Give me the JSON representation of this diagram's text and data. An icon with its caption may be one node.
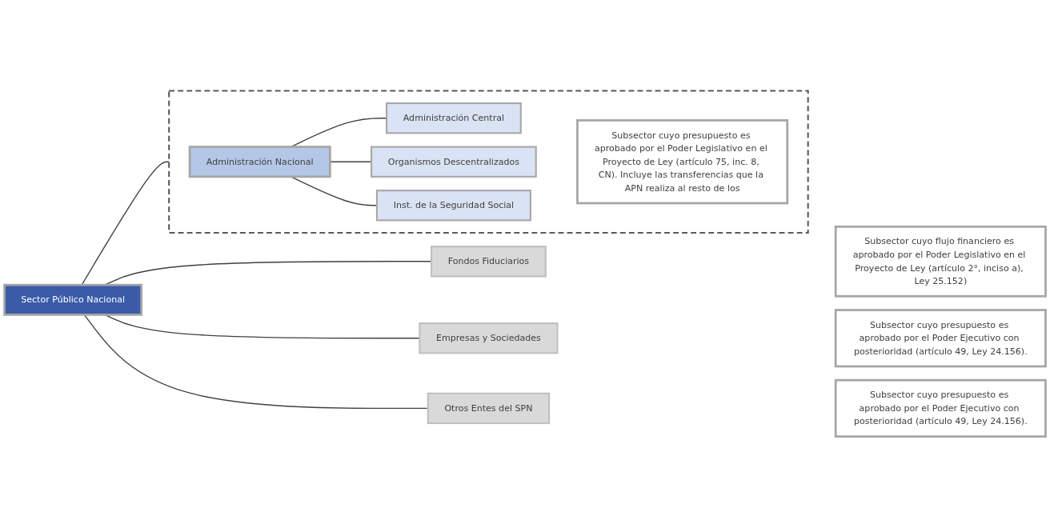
{
  "diagram": {
    "nodes": [
      {
        "text": [
          "Sector Público Nacional"
        ]
      },
      {
        "text": [],
        "shape": "box"
      },
      {
        "text": [
          "Administración Nacional"
        ],
        "in": 1
      },
      {
        "text": [
          "Administración Central"
        ],
        "in": 1
      },
      {
        "text": [
          "Organismos Descentralizados"
        ],
        "in": 1
      },
      {
        "text": [
          "Inst. de la Seguridad Social"
        ],
        "in": 1
      },
      {
        "text": [
          "Subsector cuyo presupuesto es aprobado por el Poder Legislativo en el Proyecto de Ley (artículo 75, inc. 8, CN). Incluye las transferencias que la APN realiza al resto de los"
        ],
        "in": 1
      },
      {
        "text": [
          "Fondos Fiduciarios"
        ]
      },
      {
        "text": [
          "Subsector cuyo flujo financiero es aprobado por el Poder Legislativo en el Proyecto de Ley (artículo 2°, inciso a), Ley 25.152)"
        ]
      },
      {
        "text": [
          "Empresas y Sociedades"
        ]
      },
      {
        "text": [
          "Subsector cuyo presupuesto es aprobado por el Poder Ejecutivo con posterioridad (artículo 49, Ley 24.156)."
        ]
      },
      {
        "text": [
          "Otros Entes del SPN"
        ]
      },
      {
        "text": [
          "Subsector cuyo presupuesto es aprobado por el Poder Ejecutivo con posterioridad (artículo 49, Ley 24.156)."
        ]
      }
    ],
    "edges": [
      {
        "from": 0,
        "to": 1,
        "arrow": "none"
      },
      {
        "from": 0,
        "to": 7,
        "arrow": "none"
      },
      {
        "from": 0,
        "to": 9,
        "arrow": "none"
      },
      {
        "from": 0,
        "to": 11,
        "arrow": "none"
      },
      {
        "from": 2,
        "to": 3,
        "arrow": "none"
      },
      {
        "from": 2,
        "to": 4,
        "arrow": "none"
      },
      {
        "from": 2,
        "to": 5,
        "arrow": "none"
      }
    ]
  }
}
